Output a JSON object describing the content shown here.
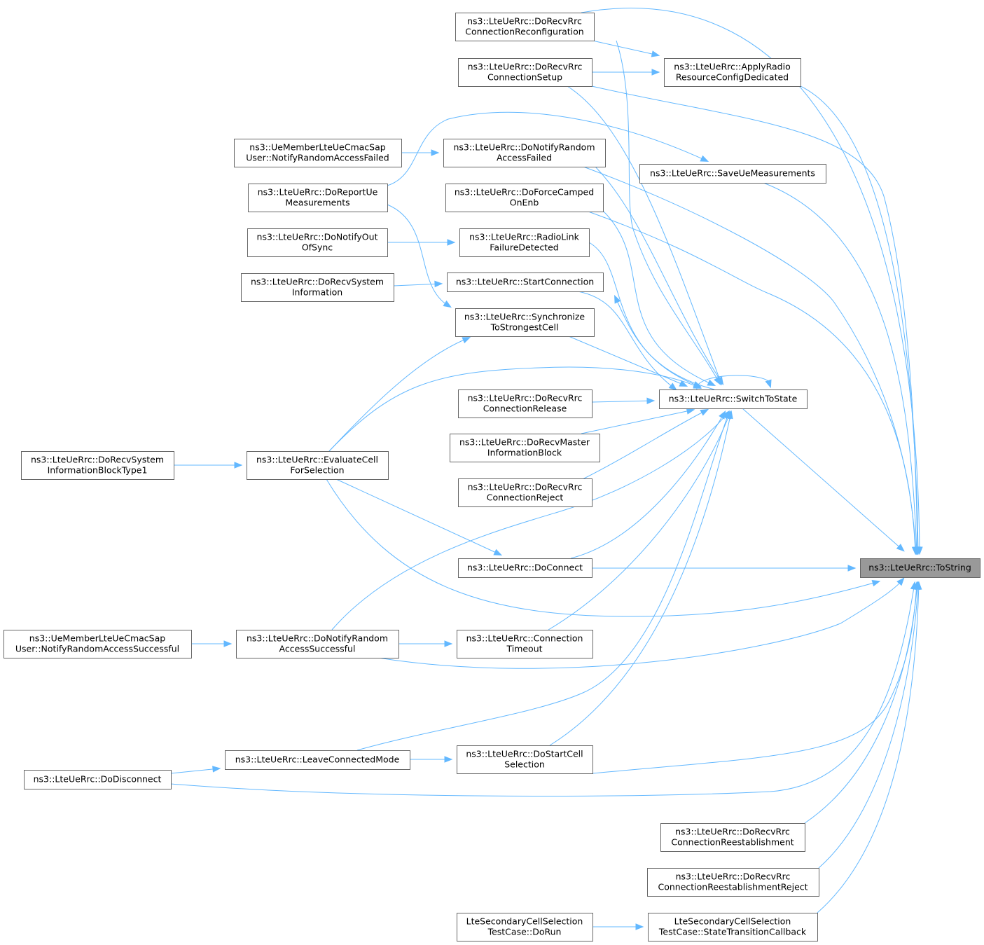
{
  "graph": {
    "colors": {
      "edge": "#63b8ff",
      "node_border": "#666666",
      "node_fill": "#ffffff",
      "focus_fill": "#999999",
      "text": "#000000"
    },
    "nodes": [
      {
        "id": "tostring",
        "lines": [
          "ns3::LteUeRrc::ToString"
        ],
        "focus": true
      },
      {
        "id": "switchtostate",
        "lines": [
          "ns3::LteUeRrc::SwitchToState"
        ]
      },
      {
        "id": "recvreconfig",
        "lines": [
          "ns3::LteUeRrc::DoRecvRrc",
          "ConnectionReconfiguration"
        ]
      },
      {
        "id": "applyradio",
        "lines": [
          "ns3::LteUeRrc::ApplyRadio",
          "ResourceConfigDedicated"
        ]
      },
      {
        "id": "recvsetup",
        "lines": [
          "ns3::LteUeRrc::DoRecvRrc",
          "ConnectionSetup"
        ]
      },
      {
        "id": "cmacfailed",
        "lines": [
          "ns3::UeMemberLteUeCmacSap",
          "User::NotifyRandomAccessFailed"
        ]
      },
      {
        "id": "notifyfailed",
        "lines": [
          "ns3::LteUeRrc::DoNotifyRandom",
          "AccessFailed"
        ]
      },
      {
        "id": "savemeas",
        "lines": [
          "ns3::LteUeRrc::SaveUeMeasurements"
        ]
      },
      {
        "id": "reportmeas",
        "lines": [
          "ns3::LteUeRrc::DoReportUe",
          "Measurements"
        ]
      },
      {
        "id": "forcecamped",
        "lines": [
          "ns3::LteUeRrc::DoForceCamped",
          "OnEnb"
        ]
      },
      {
        "id": "outofsync",
        "lines": [
          "ns3::LteUeRrc::DoNotifyOut",
          "OfSync"
        ]
      },
      {
        "id": "radiolink",
        "lines": [
          "ns3::LteUeRrc::RadioLink",
          "FailureDetected"
        ]
      },
      {
        "id": "recvsysinfo",
        "lines": [
          "ns3::LteUeRrc::DoRecvSystem",
          "Information"
        ]
      },
      {
        "id": "startconn",
        "lines": [
          "ns3::LteUeRrc::StartConnection"
        ]
      },
      {
        "id": "syncstrongest",
        "lines": [
          "ns3::LteUeRrc::Synchronize",
          "ToStrongestCell"
        ]
      },
      {
        "id": "recvrelease",
        "lines": [
          "ns3::LteUeRrc::DoRecvRrc",
          "ConnectionRelease"
        ]
      },
      {
        "id": "recvmib",
        "lines": [
          "ns3::LteUeRrc::DoRecvMaster",
          "InformationBlock"
        ]
      },
      {
        "id": "recvsib1",
        "lines": [
          "ns3::LteUeRrc::DoRecvSystem",
          "InformationBlockType1"
        ]
      },
      {
        "id": "evalcell",
        "lines": [
          "ns3::LteUeRrc::EvaluateCell",
          "ForSelection"
        ]
      },
      {
        "id": "recvreject",
        "lines": [
          "ns3::LteUeRrc::DoRecvRrc",
          "ConnectionReject"
        ]
      },
      {
        "id": "doconnect",
        "lines": [
          "ns3::LteUeRrc::DoConnect"
        ]
      },
      {
        "id": "cmacsuccess",
        "lines": [
          "ns3::UeMemberLteUeCmacSap",
          "User::NotifyRandomAccessSuccessful"
        ]
      },
      {
        "id": "notifysuccess",
        "lines": [
          "ns3::LteUeRrc::DoNotifyRandom",
          "AccessSuccessful"
        ]
      },
      {
        "id": "conntimeout",
        "lines": [
          "ns3::LteUeRrc::Connection",
          "Timeout"
        ]
      },
      {
        "id": "leaveconnected",
        "lines": [
          "ns3::LteUeRrc::LeaveConnectedMode"
        ]
      },
      {
        "id": "startcellsel",
        "lines": [
          "ns3::LteUeRrc::DoStartCell",
          "Selection"
        ]
      },
      {
        "id": "dodisconnect",
        "lines": [
          "ns3::LteUeRrc::DoDisconnect"
        ]
      },
      {
        "id": "recvreest",
        "lines": [
          "ns3::LteUeRrc::DoRecvRrc",
          "ConnectionReestablishment"
        ]
      },
      {
        "id": "recvreestreject",
        "lines": [
          "ns3::LteUeRrc::DoRecvRrc",
          "ConnectionReestablishmentReject"
        ]
      },
      {
        "id": "testdorun",
        "lines": [
          "LteSecondaryCellSelection",
          "TestCase::DoRun"
        ]
      },
      {
        "id": "testcallback",
        "lines": [
          "LteSecondaryCellSelection",
          "TestCase::StateTransitionCallback"
        ]
      }
    ],
    "edges": [
      {
        "from": "recvreconfig",
        "to": "tostring"
      },
      {
        "from": "recvreconfig",
        "to": "applyradio"
      },
      {
        "from": "recvreconfig",
        "to": "switchtostate"
      },
      {
        "from": "recvsetup",
        "to": "applyradio"
      },
      {
        "from": "recvsetup",
        "to": "tostring"
      },
      {
        "from": "recvsetup",
        "to": "switchtostate"
      },
      {
        "from": "applyradio",
        "to": "tostring"
      },
      {
        "from": "cmacfailed",
        "to": "notifyfailed"
      },
      {
        "from": "notifyfailed",
        "to": "tostring"
      },
      {
        "from": "notifyfailed",
        "to": "switchtostate"
      },
      {
        "from": "reportmeas",
        "to": "savemeas"
      },
      {
        "from": "reportmeas",
        "to": "syncstrongest"
      },
      {
        "from": "savemeas",
        "to": "tostring"
      },
      {
        "from": "forcecamped",
        "to": "tostring"
      },
      {
        "from": "forcecamped",
        "to": "switchtostate"
      },
      {
        "from": "outofsync",
        "to": "radiolink"
      },
      {
        "from": "radiolink",
        "to": "switchtostate"
      },
      {
        "from": "recvsysinfo",
        "to": "startconn"
      },
      {
        "from": "startconn",
        "to": "switchtostate"
      },
      {
        "from": "switchtostate",
        "to": "startconn"
      },
      {
        "from": "syncstrongest",
        "to": "switchtostate"
      },
      {
        "from": "switchtostate",
        "to": "switchtostate"
      },
      {
        "from": "switchtostate",
        "to": "tostring"
      },
      {
        "from": "recvrelease",
        "to": "switchtostate"
      },
      {
        "from": "recvmib",
        "to": "switchtostate"
      },
      {
        "from": "recvreject",
        "to": "switchtostate"
      },
      {
        "from": "recvsib1",
        "to": "evalcell"
      },
      {
        "from": "evalcell",
        "to": "syncstrongest"
      },
      {
        "from": "evalcell",
        "to": "switchtostate"
      },
      {
        "from": "evalcell",
        "to": "doconnect"
      },
      {
        "from": "evalcell",
        "to": "tostring"
      },
      {
        "from": "doconnect",
        "to": "tostring"
      },
      {
        "from": "doconnect",
        "to": "switchtostate"
      },
      {
        "from": "cmacsuccess",
        "to": "notifysuccess"
      },
      {
        "from": "notifysuccess",
        "to": "conntimeout"
      },
      {
        "from": "notifysuccess",
        "to": "switchtostate"
      },
      {
        "from": "notifysuccess",
        "to": "tostring"
      },
      {
        "from": "conntimeout",
        "to": "switchtostate"
      },
      {
        "from": "leaveconnected",
        "to": "startcellsel"
      },
      {
        "from": "leaveconnected",
        "to": "switchtostate"
      },
      {
        "from": "startcellsel",
        "to": "switchtostate"
      },
      {
        "from": "startcellsel",
        "to": "tostring"
      },
      {
        "from": "dodisconnect",
        "to": "leaveconnected"
      },
      {
        "from": "dodisconnect",
        "to": "tostring"
      },
      {
        "from": "recvreest",
        "to": "tostring"
      },
      {
        "from": "recvreestreject",
        "to": "tostring"
      },
      {
        "from": "testdorun",
        "to": "testcallback"
      },
      {
        "from": "testcallback",
        "to": "tostring"
      }
    ]
  }
}
